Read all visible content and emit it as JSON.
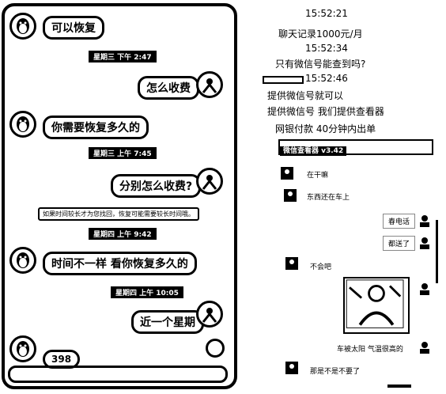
{
  "left_chat": {
    "messages": [
      {
        "text": "可以恢复"
      },
      {
        "text": "怎么收费"
      },
      {
        "text": "你需要恢复多久的"
      },
      {
        "text": "分别怎么收费?"
      },
      {
        "text": "时间不一样 看你恢复多久的"
      },
      {
        "text": "近一个星期"
      }
    ],
    "timestamps": [
      "星期三 下午 2:47",
      "星期三 上午 7:45",
      "星期四 上午 9:42",
      "星期四 上午 10:05"
    ],
    "notice": "如果时间较长才为您找回，恢复可能需要较长时间哦。",
    "input_badge": "398"
  },
  "right_chat": {
    "times": [
      "15:52:21",
      "15:52:34",
      "15:52:46"
    ],
    "lines": [
      "聊天记录1000元/月",
      "只有微信号能查到吗?",
      "提供微信号就可以",
      "提供微信号 我们提供查看器",
      "网银付款  40分钟内出单"
    ],
    "banner_label": "微信查看器 v3.42",
    "items": [
      {
        "text": "在干嘛"
      },
      {
        "text": "东西还在车上"
      },
      {
        "text": "春电话"
      },
      {
        "text": "都送了"
      },
      {
        "text": "不会吧"
      },
      {
        "text": "车被太阳  气温很高的"
      },
      {
        "text": "那是不是不要了"
      }
    ]
  },
  "icons": {
    "avatar_left": "penguin-avatar-icon",
    "avatar_right": "user-avatar-icon",
    "emoji": "smile-icon"
  }
}
